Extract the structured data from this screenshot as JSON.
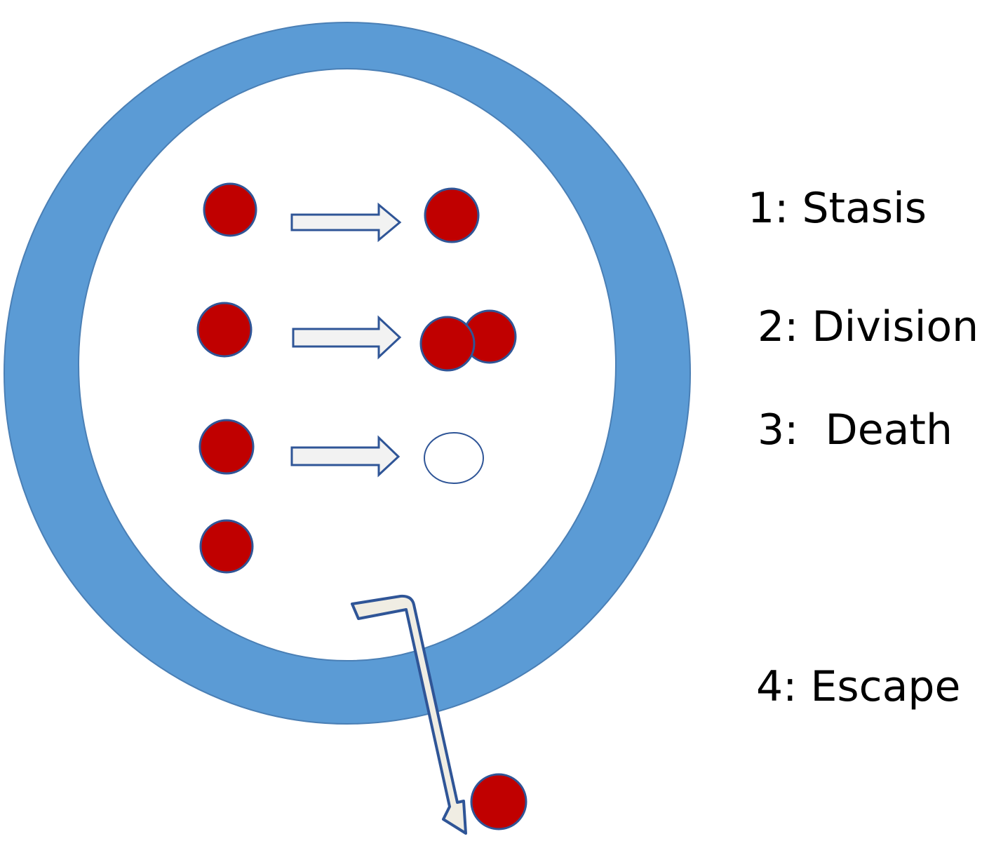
{
  "labels": {
    "stasis": "1: Stasis",
    "division": "2: Division",
    "death": "3:  Death",
    "escape": "4: Escape"
  },
  "colors": {
    "ring": "#5b9bd5",
    "ring_stroke": "#4a7fb5",
    "cell": "#c00000",
    "cell_stroke": "#2f5597",
    "arrow_fill": "#f2f2f2",
    "arrow_stroke": "#2f5597",
    "escape_arrow_fill": "#f0ede3"
  }
}
